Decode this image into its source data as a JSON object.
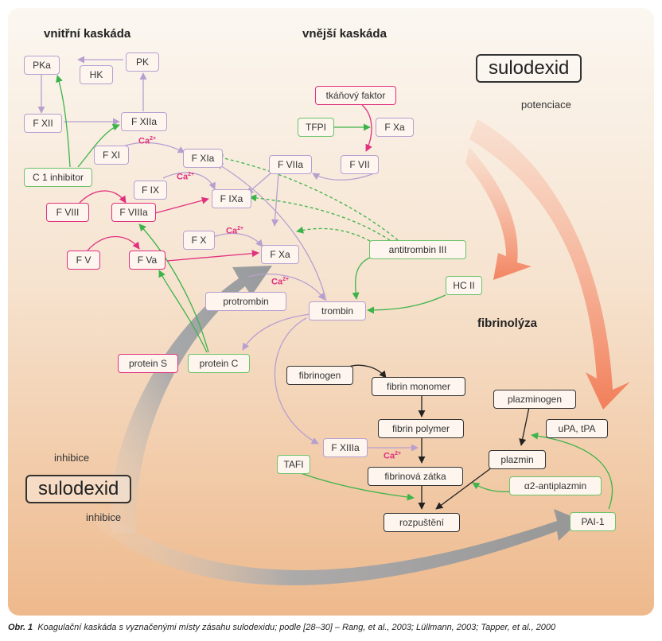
{
  "headings": {
    "intrinsic": "vnitřní kaskáda",
    "extrinsic": "vnější kaskáda",
    "fibrinolysis": "fibrinolýza"
  },
  "sulodexid_top": "sulodexid",
  "sulodexid_bottom": "sulodexid",
  "labels": {
    "potentiation": "potenciace",
    "inhibition_1": "inhibice",
    "inhibition_2": "inhibice"
  },
  "calcium": {
    "text": "Ca",
    "charge": "2+"
  },
  "nodes": {
    "pka": "PKa",
    "hk": "HK",
    "pk": "PK",
    "fxii": "F XII",
    "fxiia": "F XIIa",
    "fxi": "F XI",
    "fxia": "F XIa",
    "c1inh": "C 1 inhibitor",
    "fix": "F IX",
    "fixa": "F IXa",
    "fviii": "F VIII",
    "fviiia": "F VIIIa",
    "fx": "F X",
    "fxa": "F Xa",
    "fv": "F V",
    "fva": "F Va",
    "tissue_factor": "tkáňový faktor",
    "tfpi": "TFPI",
    "fxa_ext": "F Xa",
    "fviia": "F VIIa",
    "fvii": "F VII",
    "antithrombin": "antitrombin III",
    "hcii": "HC II",
    "prothrombin": "protrombin",
    "thrombin": "trombin",
    "protein_s": "protein S",
    "protein_c": "protein C",
    "fibrinogen": "fibrinogen",
    "fibrin_monomer": "fibrin monomer",
    "fibrin_polymer": "fibrin polymer",
    "fxiiia": "F XIIIa",
    "tafi": "TAFI",
    "fibrin_plug": "fibrinová zátka",
    "dissolution": "rozpuštění",
    "plasminogen": "plazminogen",
    "upa_tpa": "uPA, tPA",
    "plasmin": "plazmin",
    "antiplasmin": "α2-antiplazmin",
    "pai1": "PAI-1"
  },
  "caption": {
    "label": "Obr. 1",
    "text": "Koagulační kaskáda s vyznačenými místy zásahu sulodexidu; podle [28–30] – Rang, et al., 2003; Lüllmann, 2003; Tapper, et al., 2000"
  }
}
